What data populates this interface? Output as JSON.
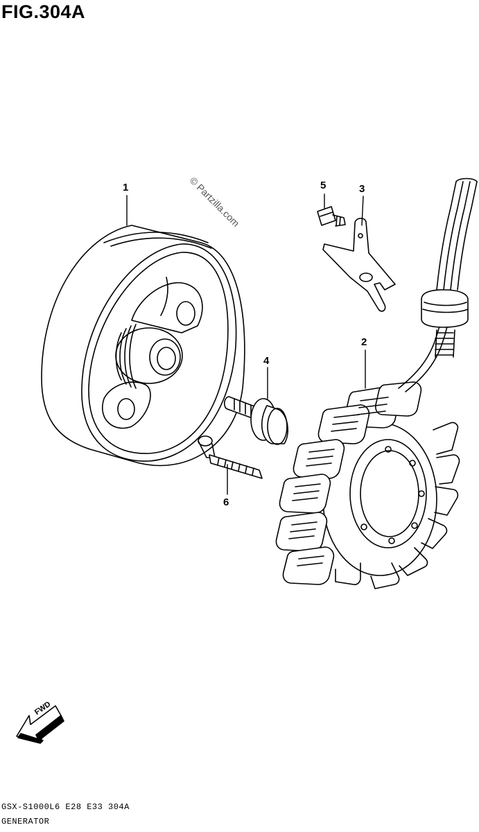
{
  "figure": {
    "title": "FIG.304A"
  },
  "watermark": "© Partzilla.com",
  "callouts": [
    {
      "id": "1",
      "label": "1"
    },
    {
      "id": "2",
      "label": "2"
    },
    {
      "id": "3",
      "label": "3"
    },
    {
      "id": "4",
      "label": "4"
    },
    {
      "id": "5",
      "label": "5"
    },
    {
      "id": "6",
      "label": "6"
    }
  ],
  "fwd_arrow": {
    "label": "FWD"
  },
  "footer": {
    "model_code": "GSX-S1000L6  E28  E33  304A",
    "section_name": "GENERATOR"
  }
}
